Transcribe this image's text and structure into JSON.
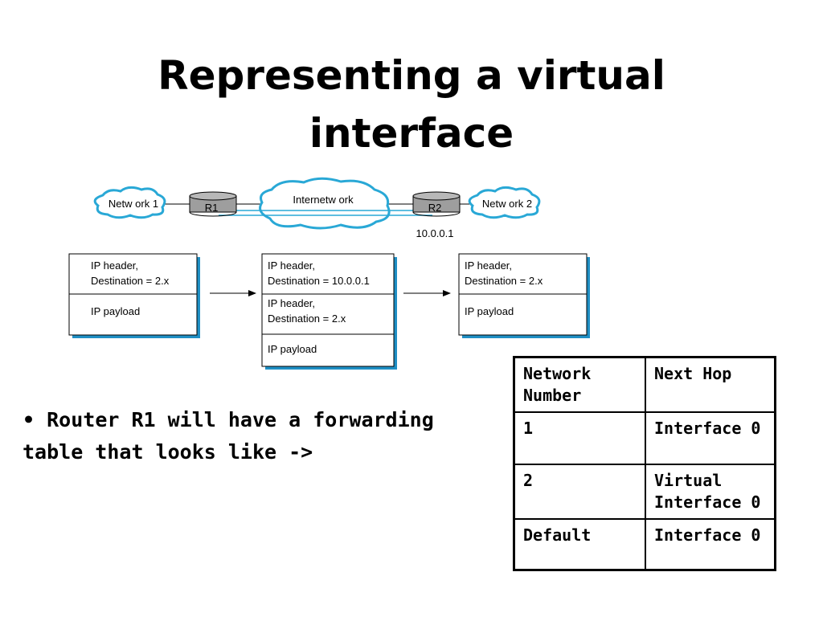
{
  "slide": {
    "title_line1": "Representing a virtual",
    "title_line2": "interface",
    "bullet_marker": "•",
    "bullet_text_line1": " Router R1 will have a forwarding",
    "bullet_text_line2": "table that looks like ->"
  },
  "diagram": {
    "network1_label": "Netw ork 1",
    "network2_label": "Netw ork 2",
    "internetwork_label": "Internetw ork",
    "router1_label": "R1",
    "router2_label": "R2",
    "address_label": "10.0.0.1",
    "packet1": {
      "header_line1": "IP header,",
      "header_line2": "Destination = 2.x",
      "payload": "IP payload"
    },
    "packet2": {
      "outer_header_line1": "IP header,",
      "outer_header_line2": "Destination = 10.0.0.1",
      "inner_header_line1": "IP header,",
      "inner_header_line2": "Destination = 2.x",
      "payload": "IP payload"
    },
    "packet3": {
      "header_line1": "IP header,",
      "header_line2": "Destination = 2.x",
      "payload": "IP payload"
    },
    "colors": {
      "cloud_stroke": "#29a8d6",
      "tunnel": "#29a8d6",
      "router_fill": "#9e9e9e",
      "packet_shadow": "#1f8fc4"
    }
  },
  "forwarding_table": {
    "headers": [
      "Network Number",
      "Next Hop"
    ],
    "header_col1_line1": "Network",
    "header_col1_line2": "Number",
    "header_col2": "Next Hop",
    "rows": [
      {
        "network": "1",
        "next_hop_line1": "Interface 0",
        "next_hop_line2": ""
      },
      {
        "network": "2",
        "next_hop_line1": "Virtual",
        "next_hop_line2": "Interface 0"
      },
      {
        "network": "Default",
        "next_hop_line1": "Interface 0",
        "next_hop_line2": ""
      }
    ]
  }
}
